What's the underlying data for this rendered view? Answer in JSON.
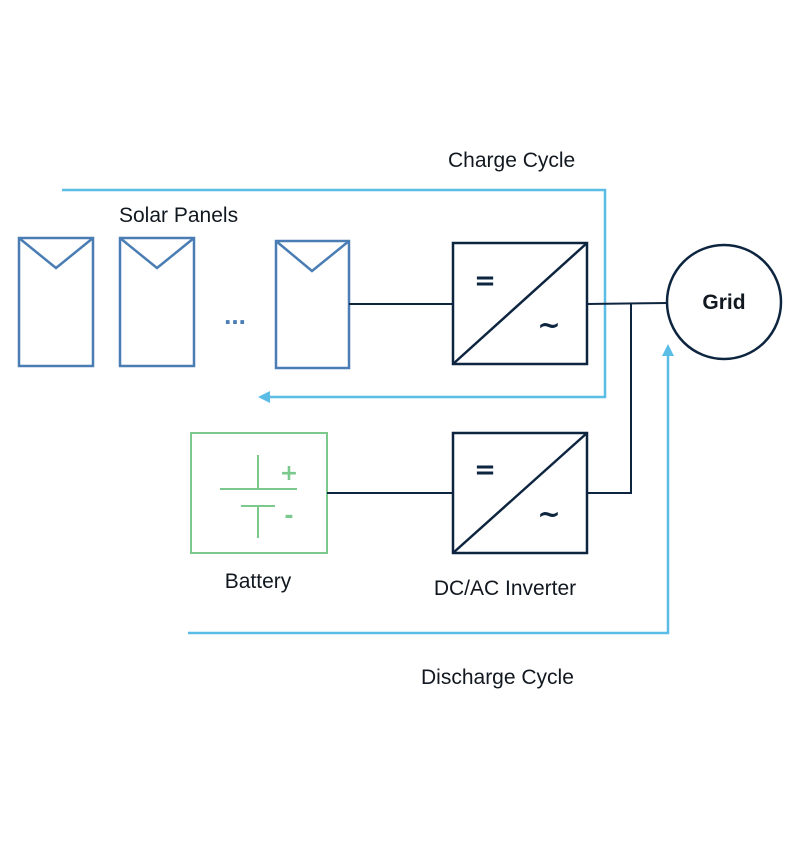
{
  "labels": {
    "charge_cycle": "Charge Cycle",
    "solar_panels": "Solar Panels",
    "ellipsis": "...",
    "grid": "Grid",
    "battery": "Battery",
    "inverter": "DC/AC Inverter",
    "discharge_cycle": "Discharge Cycle"
  },
  "symbols": {
    "dc": "=",
    "ac": "~",
    "plus": "+",
    "minus": "-"
  },
  "colors": {
    "panel": "#4a7db3",
    "cycle_line": "#5bbde6",
    "battery": "#7cc98d",
    "wire": "#0e2540",
    "text": "#111820"
  }
}
